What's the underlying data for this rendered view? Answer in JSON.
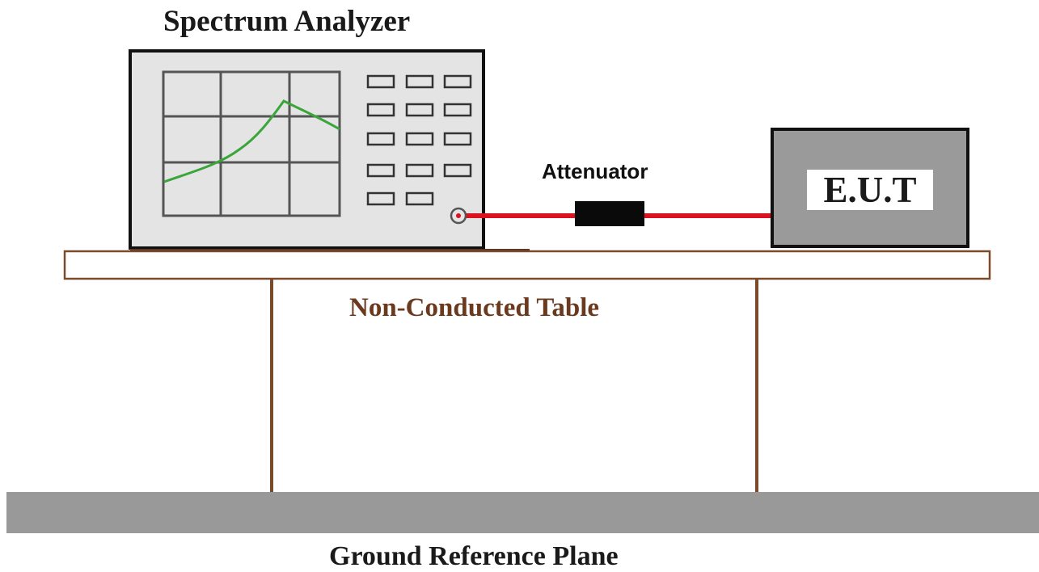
{
  "labels": {
    "spectrum_analyzer": "Spectrum Analyzer",
    "attenuator": "Attenuator",
    "eut": "E.U.T",
    "table": "Non-Conducted Table",
    "ground_plane": "Ground Reference Plane"
  },
  "colors": {
    "instrument_body": "#e4e4e4",
    "outline": "#111111",
    "trace": "#3aa53a",
    "cable": "#d9141e",
    "attenuator": "#0a0a0a",
    "table_edge": "#7a4a2a",
    "table_fill": "#ffffff",
    "eut_body": "#9a9a9a",
    "ground_plane": "#999999"
  }
}
